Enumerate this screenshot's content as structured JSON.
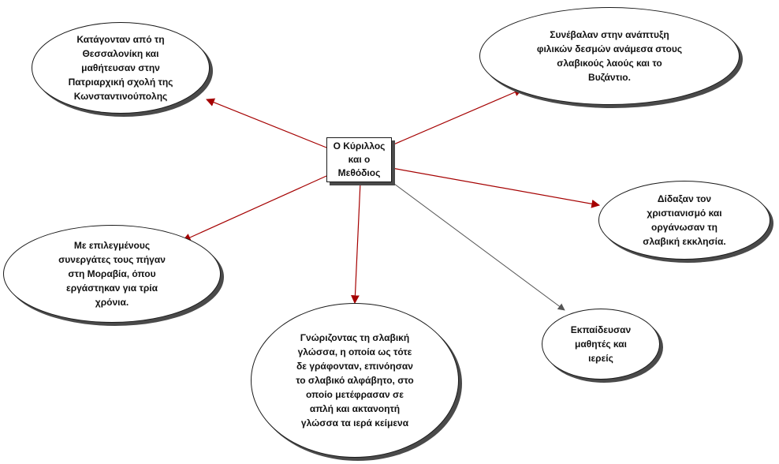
{
  "diagram": {
    "colors": {
      "primary_edge": "#a50000",
      "secondary_edge": "#555555",
      "node_border": "#1a1a1a",
      "shadow": "#4a4a4a"
    },
    "center": {
      "text": "Ο Κύριλλος\nκαι ο\nΜεθόδιος"
    },
    "nodes": {
      "origin": "Κατάγονταν από τη\nΘεσσαλονίκη και\nμαθήτευσαν στην\nΠατριαρχική σχολή της\nΚωνσταντινούπολης",
      "bonds": "Συνέβαλαν στην ανάπτυξη\nφιλικών δεσμών ανάμεσα στους\nσλαβικούς λαούς και το\nΒυζάντιο.",
      "church": "Δίδαξαν τον\nχριστιανισμό και\nοργάνωσαν τη\nσλαβική εκκλησία.",
      "moravia": "Με επιλεγμένους\nσυνεργάτες τους πήγαν\nστη Μοραβία, όπου\nεργάστηκαν για τρία\nχρόνια.",
      "alphabet": "Γνώριζοντας τη σλαβική\nγλώσσα, η οποία ως τότε\nδε γράφονταν, επινόησαν\nτο σλαβικό αλφάβητο, στο\nοποίο μετέφρασαν σε\nαπλή και ακτανοητή\nγλώσσα τα ιερά κείμενα",
      "educated": "Εκπαίδευσαν\nμαθητές και\nιερείς"
    }
  }
}
